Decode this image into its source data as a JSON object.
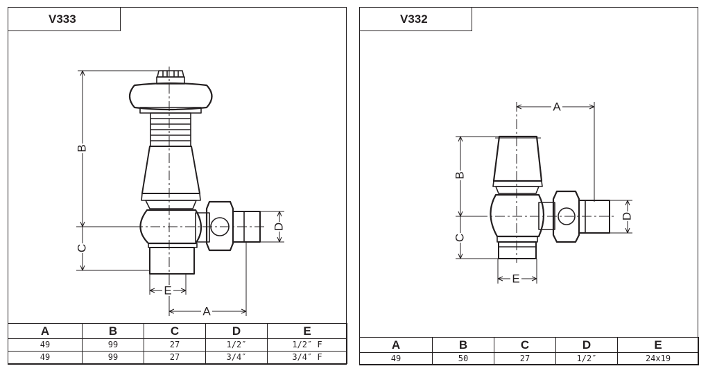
{
  "left": {
    "title": "V333",
    "dims": {
      "a": "A",
      "b": "B",
      "c": "C",
      "d": "D",
      "e": "E"
    },
    "table": {
      "headers": [
        "A",
        "B",
        "C",
        "D",
        "E"
      ],
      "rows": [
        [
          "49",
          "99",
          "27",
          "1/2″",
          "1/2″ F"
        ],
        [
          "49",
          "99",
          "27",
          "3/4″",
          "3/4″ F"
        ]
      ]
    }
  },
  "right": {
    "title": "V332",
    "dims": {
      "a": "A",
      "b": "B",
      "c": "C",
      "d": "D",
      "e": "E"
    },
    "table": {
      "headers": [
        "A",
        "B",
        "C",
        "D",
        "E"
      ],
      "rows": [
        [
          "49",
          "50",
          "27",
          "1/2″",
          "24x19"
        ]
      ]
    }
  },
  "colors": {
    "line": "#231f20",
    "background": "#ffffff"
  }
}
